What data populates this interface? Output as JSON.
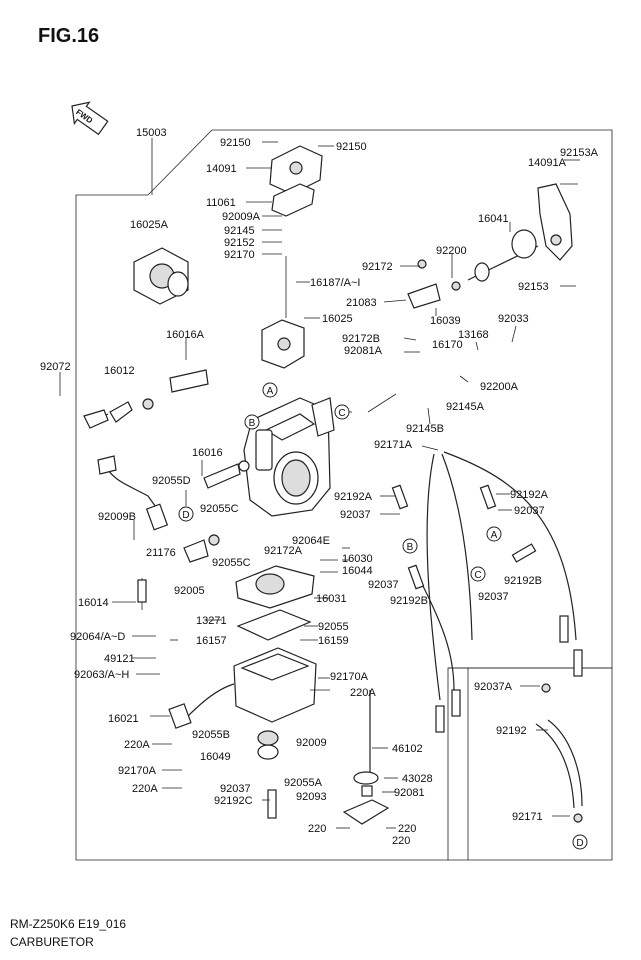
{
  "figure_title": "FIG.16",
  "fwd_label": "FWD",
  "footer": {
    "model_code": "RM-Z250K6 E19_016",
    "section_name": "CARBURETOR"
  },
  "callouts": [
    "A",
    "B",
    "C",
    "D"
  ],
  "labels": [
    "15003",
    "92150",
    "92150",
    "14091",
    "11061",
    "92009A",
    "92145",
    "92152",
    "92170",
    "16025A",
    "16187/A~I",
    "16025",
    "16016A",
    "92072",
    "16012",
    "16016",
    "92055D",
    "92009B",
    "21176",
    "92005",
    "16014",
    "92064/A~D",
    "49121",
    "92063/A~H",
    "16021",
    "220A",
    "92170A",
    "220A",
    "92153A",
    "14091A",
    "92153",
    "16041",
    "92200",
    "92172",
    "21083",
    "16039",
    "92033",
    "92172B",
    "13168",
    "92081A",
    "16170",
    "92200A",
    "92145A",
    "92145B",
    "92171A",
    "92192A",
    "92192A",
    "92037",
    "92037",
    "92192B",
    "92037",
    "92192B",
    "92037",
    "92055C",
    "92064E",
    "92172A",
    "16030",
    "92055C",
    "16044",
    "16031",
    "13271",
    "92055",
    "16157",
    "16159",
    "92170A",
    "220A",
    "92055B",
    "92009",
    "16049",
    "46102",
    "92037",
    "92055A",
    "43028",
    "92093",
    "92081",
    "92192C",
    "220",
    "220",
    "220",
    "92037A",
    "92192",
    "92171"
  ]
}
